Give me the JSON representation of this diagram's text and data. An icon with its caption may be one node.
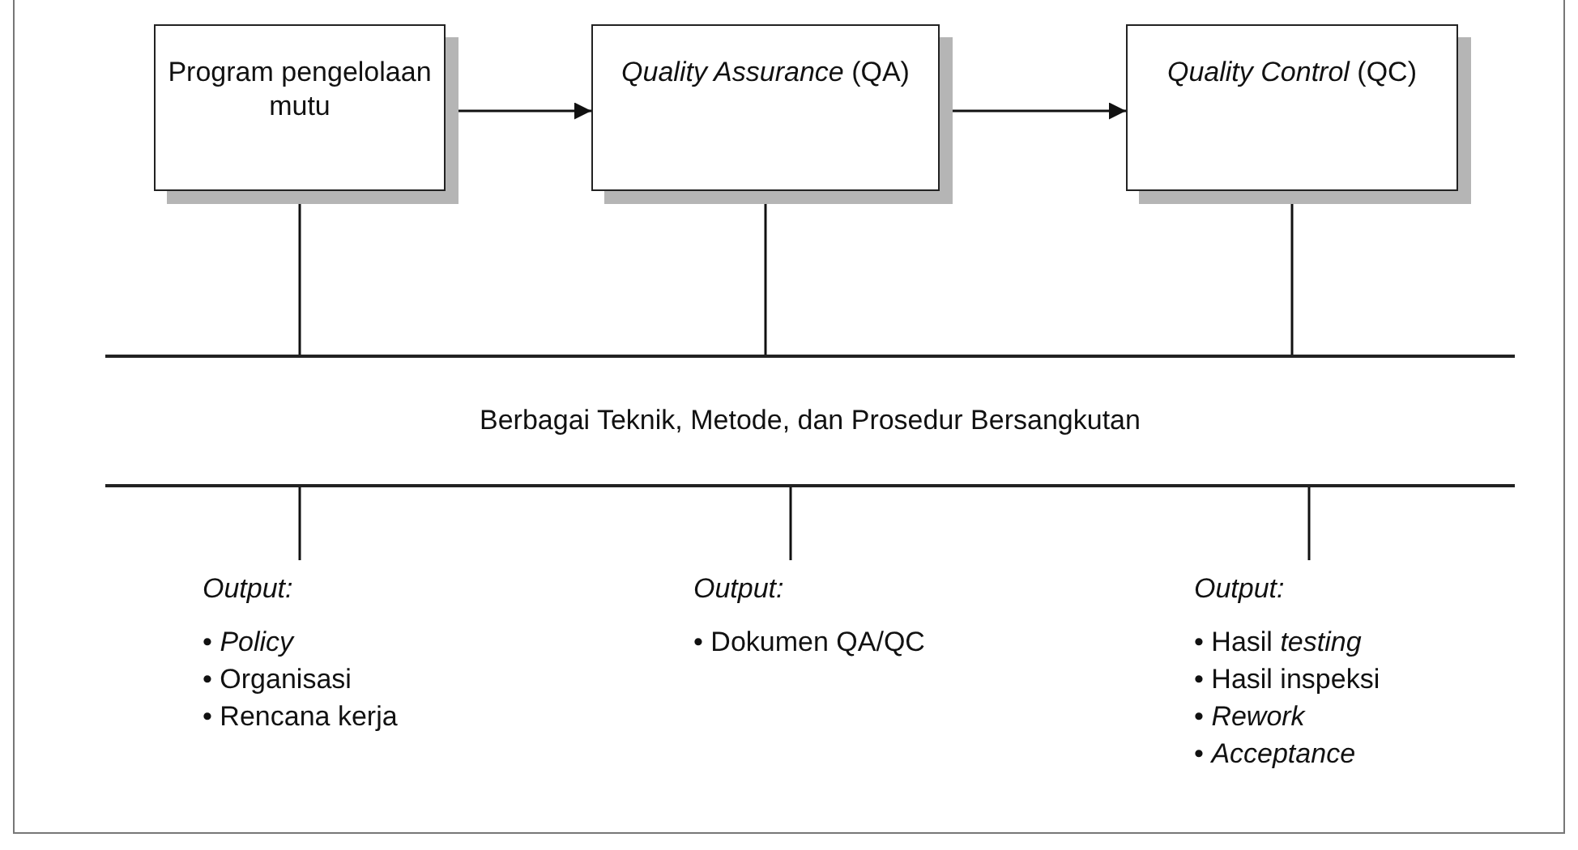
{
  "diagram": {
    "nodes": [
      {
        "text": [
          "Program pengelolaan mutu"
        ]
      },
      {
        "text": [
          "*Quality Assurance* (QA)"
        ]
      },
      {
        "text": [
          "*Quality Control* (QC)"
        ]
      },
      {
        "text": [
          "Berbagai Teknik, Metode, dan Prosedur Bersangkutan"
        ]
      },
      {
        "text": [
          "Output:",
          "• *Policy*",
          "• Organisasi",
          "• Rencana kerja"
        ]
      },
      {
        "text": [
          "Output:",
          "• Dokumen QA/QC"
        ]
      },
      {
        "text": [
          "Output:",
          "• Hasil *testing*",
          "• Hasil inspeksi",
          "• *Rework*",
          "• *Acceptance*"
        ]
      }
    ],
    "edges": [
      {
        "from": 0,
        "to": 1,
        "arrow": "to"
      },
      {
        "from": 1,
        "to": 2,
        "arrow": "to"
      },
      {
        "from": 0,
        "to": 3,
        "arrow": "none"
      },
      {
        "from": 1,
        "to": 3,
        "arrow": "none"
      },
      {
        "from": 2,
        "to": 3,
        "arrow": "none"
      },
      {
        "from": 3,
        "to": 4,
        "arrow": "none"
      },
      {
        "from": 3,
        "to": 5,
        "arrow": "none"
      },
      {
        "from": 3,
        "to": 6,
        "arrow": "none"
      }
    ]
  }
}
